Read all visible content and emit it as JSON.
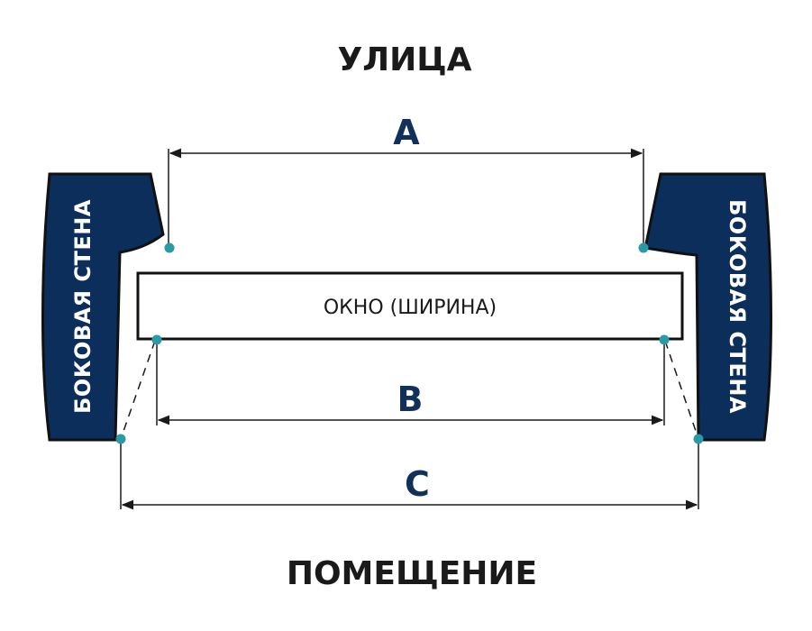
{
  "labels": {
    "outside": "УЛИЦА",
    "room": "ПОМЕЩЕНИЕ",
    "window": "ОКНО (ШИРИНА)",
    "left_wall": "БОКОВАЯ СТЕНА",
    "right_wall": "БОКОВАЯ СТЕНА"
  },
  "dimensions": {
    "a": "A",
    "b": "B",
    "c": "C"
  },
  "colors": {
    "wall_fill": "#0b2e5b",
    "dot": "#2a9aa6",
    "line": "#1a1a1a"
  }
}
